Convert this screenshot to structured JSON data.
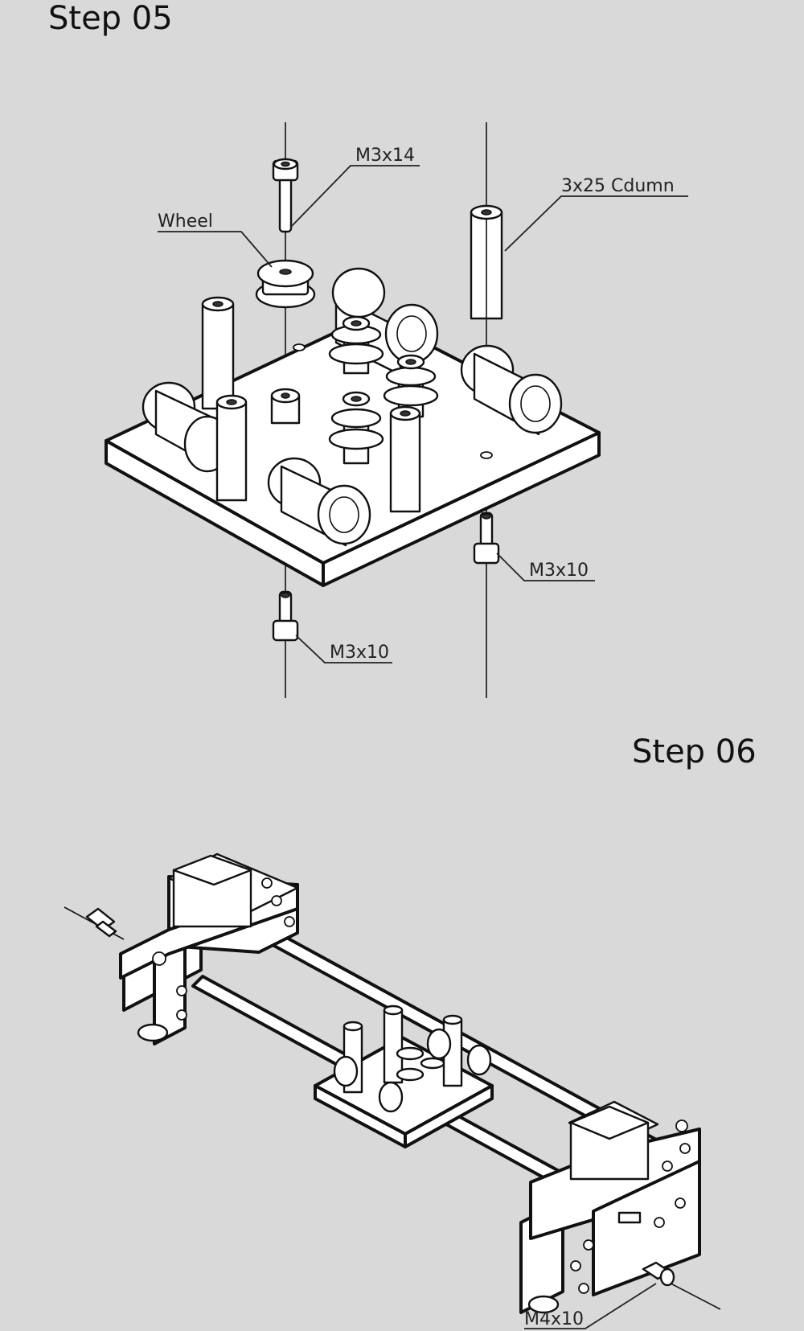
{
  "steps": [
    {
      "title": "Step 05",
      "callouts": {
        "screw_top": "M3x14",
        "wheel": "Wheel",
        "column": "3x25 Cdumn",
        "screw_bottom_right": "M3x10",
        "screw_bottom_left": "M3x10"
      }
    },
    {
      "title": "Step 06",
      "callouts": {
        "screw_end": "M4x10"
      }
    }
  ]
}
